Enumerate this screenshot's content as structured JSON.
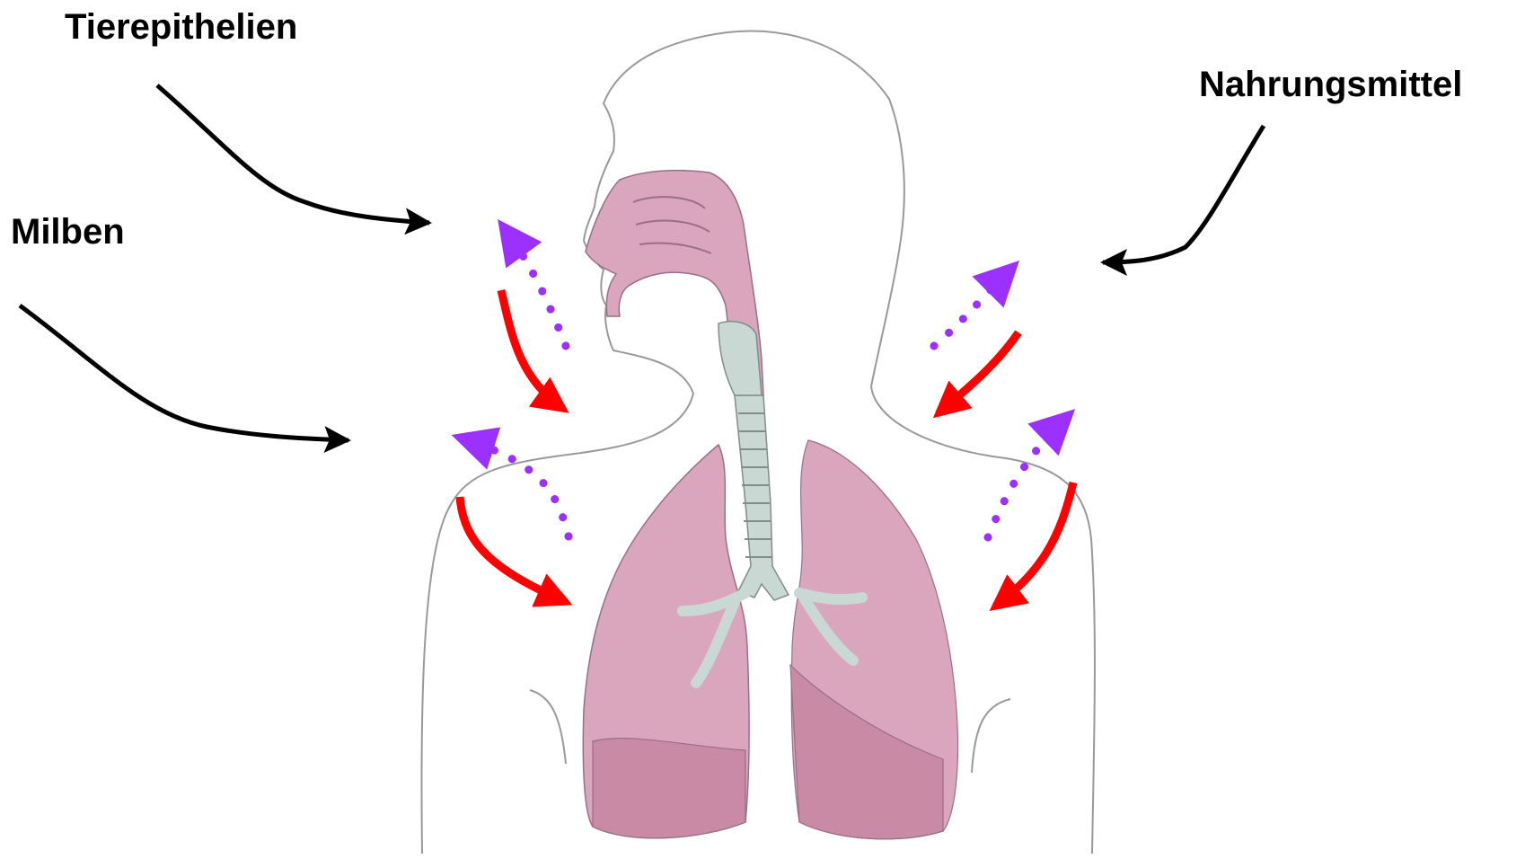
{
  "labels": {
    "animal_dander": "Tierepithelien",
    "mites": "Milben",
    "food": "Nahrungsmittel"
  },
  "colors": {
    "lung_fill": "#d9a6bd",
    "lung_dark": "#c98aa6",
    "trachea": "#c9d8d3",
    "outline": "#999999",
    "incoming_arrow": "#000000",
    "red_arrow": "#ff0000",
    "dotted_arrow": "#9b30ff"
  }
}
